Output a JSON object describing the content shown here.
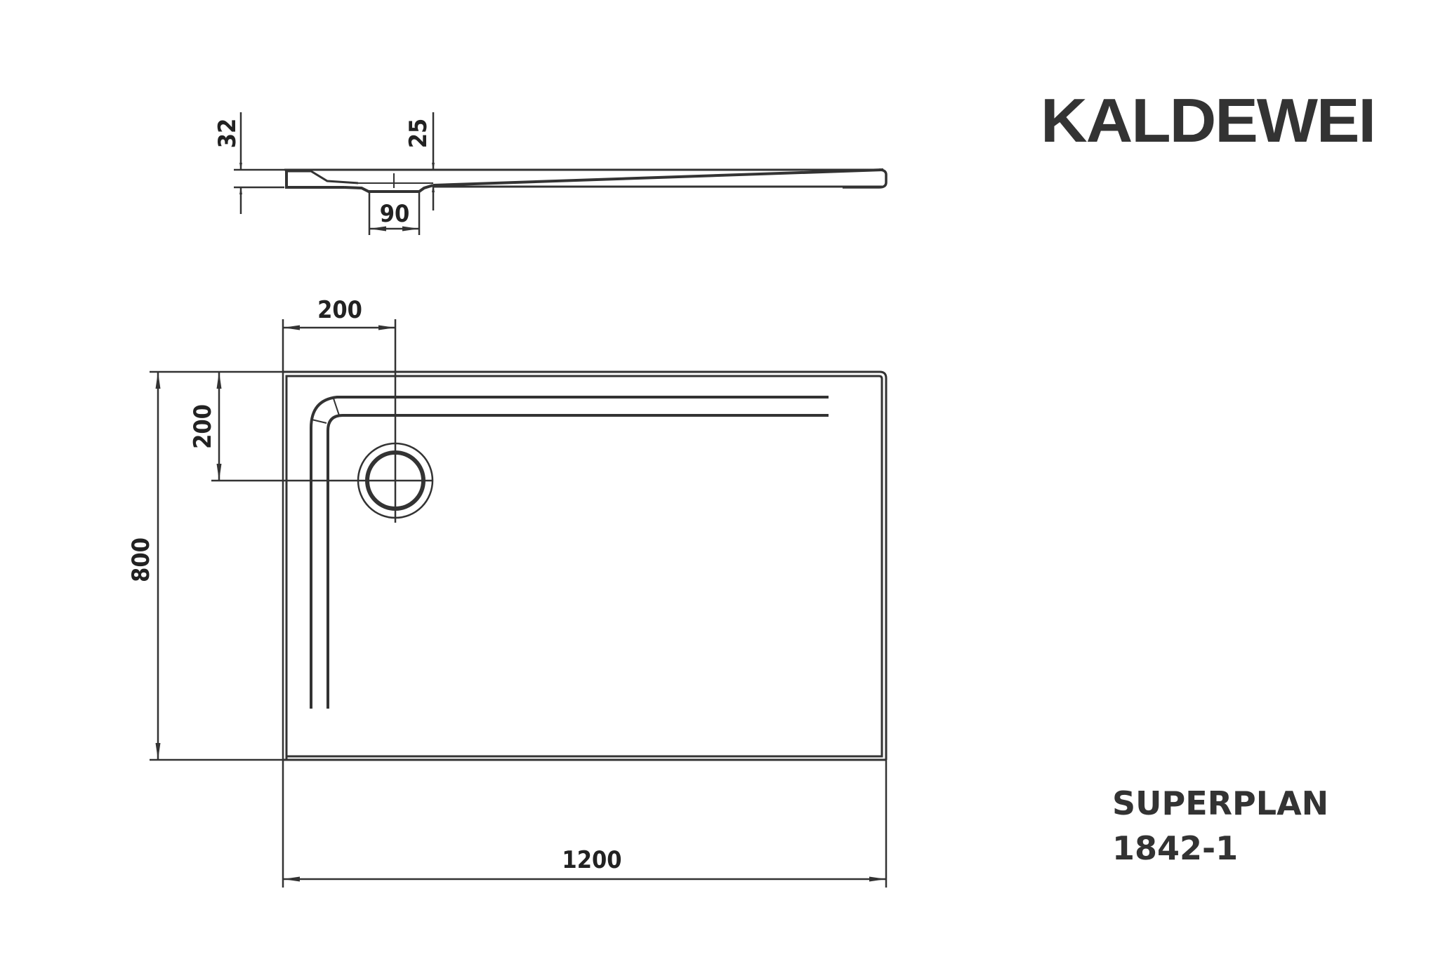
{
  "brand": {
    "name": "KALDEWEI"
  },
  "product": {
    "name": "SUPERPLAN",
    "model": "1842-1"
  },
  "side_view": {
    "dimensions": {
      "total_height": "32",
      "drain_height": "25",
      "drain_width": "90"
    }
  },
  "plan_view": {
    "dimensions": {
      "drain_offset_x": "200",
      "drain_offset_y": "200",
      "depth": "800",
      "width": "1200"
    }
  },
  "colors": {
    "line": "#333333",
    "background": "#ffffff"
  }
}
